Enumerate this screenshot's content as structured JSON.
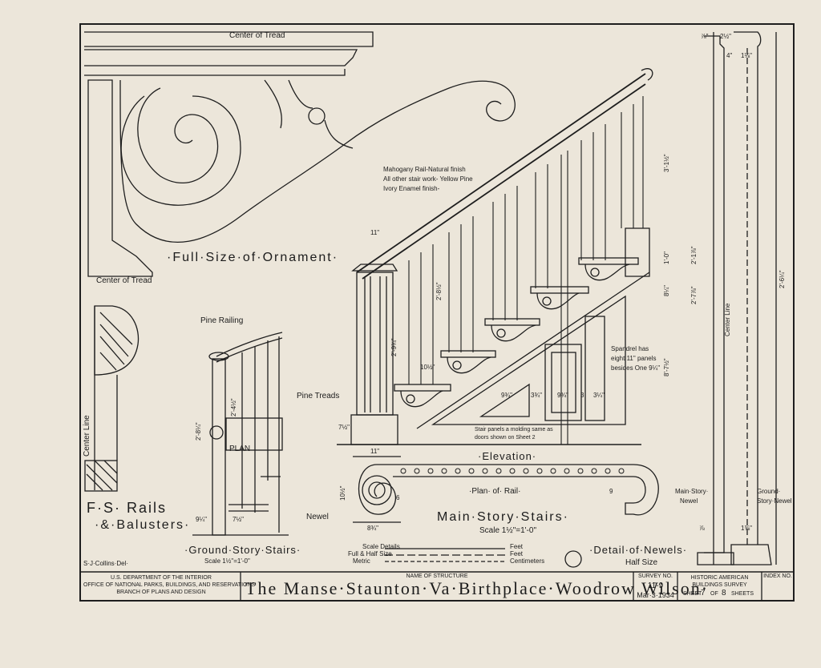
{
  "ornament": {
    "title": "·Full·Size·of·Ornament·",
    "center_top": "Center of Tread",
    "center_bottom": "Center of Tread"
  },
  "rails": {
    "title_line1": "F·S· Rails",
    "title_line2": "·&·Balusters·",
    "center_line": "Center Line"
  },
  "ground_stairs": {
    "pine_railing": "Pine Railing",
    "plan": "PLAN",
    "title": "·Ground·Story·Stairs·",
    "scale": "Scale 1½\"=1'-0\"",
    "dim_height": "2'-8¼\"",
    "dim_rail": "2'-4½\"",
    "dim_bottom": "9¼\"",
    "dim_bottom2": "7½\""
  },
  "elevation": {
    "rail_note_1": "Mahogany Rail-Natural finish",
    "rail_note_2": "All other stair work- Yellow Pine",
    "rail_note_3": "Ivory Enamel finish-",
    "pine_treads": "Pine Treads",
    "dim_11": "11\"",
    "dim_2_9": "2'-9¾\"",
    "dim_2_8": "2'-8½\"",
    "dim_10": "10½\"",
    "dim_7": "7½\"",
    "dim_3_1": "3'-1½\"",
    "dim_1_0": "1'-0\"",
    "dim_8": "8¼\"",
    "dim_8_7": "8'-7½\"",
    "dim_2_7": "2'-7⅞\"",
    "dim_a": "9¾\"",
    "dim_b": "3¾\"",
    "dim_c": "9¾\"",
    "dim_d": "3",
    "dim_e": "3¼\"",
    "spandrel_note_1": "Spandrel has",
    "spandrel_note_2": "eight 11\" panels",
    "spandrel_note_3": "besides One 9¼\"",
    "stair_note_1": "Stair panels a molding same as",
    "stair_note_2": "doors shown on Sheet 2",
    "title": "·Elevation·"
  },
  "plan_rail": {
    "title": "·Plan· of· Rail·",
    "newel": "Newel",
    "dim_11": "11\"",
    "dim_10": "10½\"",
    "dim_6": "6",
    "dim_8": "8¾\"",
    "dim_9": "9"
  },
  "main_stairs": {
    "title": "Main·Story·Stairs·",
    "scale": "Scale 1½\"=1'-0\""
  },
  "scales": {
    "row1": "Scale Details",
    "row1_unit": "Feet",
    "row2": "Full & Half Size",
    "row2_unit": "Feet",
    "row3": "Metric",
    "row3_unit": "Centimeters"
  },
  "newels": {
    "center_line": "Center Line",
    "title": "·Detail·of·Newels·",
    "subtitle": "Half Size",
    "main_newel_1": "Main·Story·",
    "main_newel_2": "Newel",
    "ground_newel_1": "Ground·",
    "ground_newel_2": "Story·Newel",
    "dim_top1": "2½\"",
    "dim_top2": "1⅛\"",
    "dim_top3": "⅞\"",
    "dim_top4": "4\"",
    "dim_left": "2'-1⅞\"",
    "dim_right": "2'-6¼\"",
    "dim_base1": "⅞",
    "dim_base2": "1⅜\""
  },
  "drafter": "S·J·Collins·Del·",
  "title_block": {
    "agency_1": "U.S. DEPARTMENT OF THE INTERIOR",
    "agency_2": "OFFICE OF NATIONAL PARKS, BUILDINGS, AND RESERVATIONS",
    "agency_3": "BRANCH OF PLANS AND DESIGN",
    "name_label": "NAME OF STRUCTURE",
    "structure_name": "The Manse·Staunton·Va·Birthplace·Woodrow Wilson·",
    "survey_label": "SURVEY NO.",
    "survey_no": "11-9",
    "date": "Mar·3·1934",
    "habs_1": "HISTORIC AMERICAN",
    "habs_2": "BUILDINGS SURVEY",
    "sheet_label": "SHEET",
    "sheet_no": "7",
    "of_label": "OF",
    "sheet_total": "8",
    "sheets_label": "SHEETS",
    "index_label": "INDEX NO."
  }
}
